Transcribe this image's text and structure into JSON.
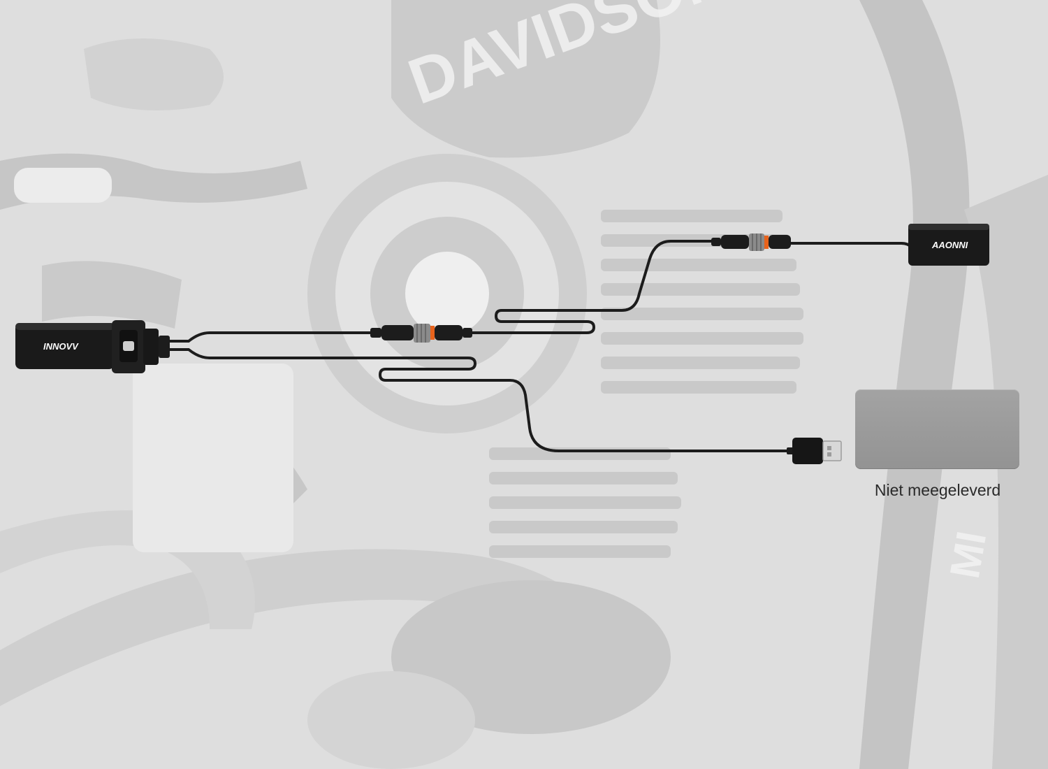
{
  "brands": {
    "camera_front": "INNOVV",
    "camera_rear": "AAONNI"
  },
  "background": {
    "tank_lettering": "DAVIDSON",
    "frame_lettering": "MI"
  },
  "power_bank": {
    "caption": "Niet meegeleverd"
  },
  "colors": {
    "cable": "#1c1c1c",
    "connector_accent": "#e8631c",
    "power_bank": "#9a9a9a",
    "background": "#e4e4e4"
  }
}
